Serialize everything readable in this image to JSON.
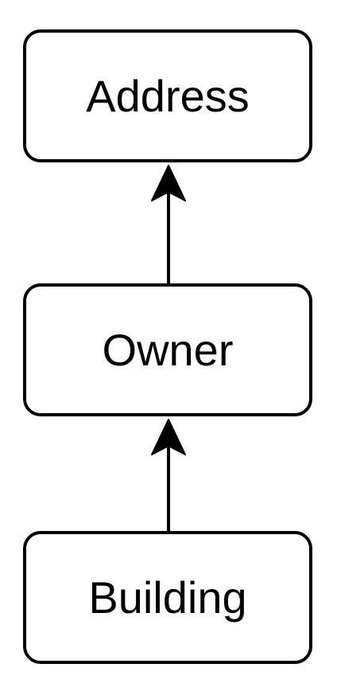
{
  "nodes": [
    {
      "id": "address",
      "label": "Address"
    },
    {
      "id": "owner",
      "label": "Owner"
    },
    {
      "id": "building",
      "label": "Building"
    }
  ],
  "edges": [
    {
      "from": "owner",
      "to": "address"
    },
    {
      "from": "building",
      "to": "owner"
    }
  ],
  "colors": {
    "stroke": "#000000",
    "background": "#ffffff"
  }
}
